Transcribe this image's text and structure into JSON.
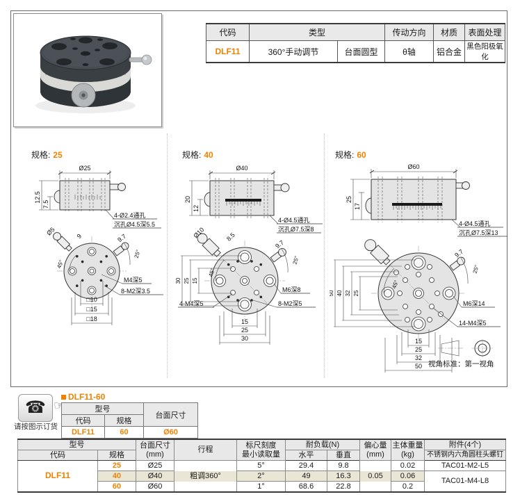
{
  "colors": {
    "accent": "#ef8200",
    "header_bg": "#e8e8e8",
    "row_highlight": "#eae6d6"
  },
  "top_table": {
    "h_code": "代码",
    "h_type": "类型",
    "h_drive": "传动方向",
    "h_material": "材质",
    "h_surface": "表面处理",
    "code": "DLF11",
    "type1": "360°手动调节",
    "type2": "台面圆型",
    "drive": "θ轴",
    "material": "铝合金",
    "surface": "黑色阳极氧化"
  },
  "spec_label": "规格:",
  "s25": {
    "size": "25",
    "dia": "Ø25",
    "h1": "12.5",
    "h2": "7.5",
    "note1": "4-Ø2.4通孔",
    "note2": "沉孔Ø4.5深5.5",
    "knob": "Ø5",
    "d9": "9",
    "d97": "9.7",
    "a45": "45°",
    "a25": "25°",
    "m4": "M4深5",
    "m2": "8-M2深3.5",
    "sq10": "□10",
    "sq15": "□15",
    "sq18": "□18"
  },
  "s40": {
    "size": "40",
    "dia": "Ø40",
    "h1": "20",
    "h2": "12",
    "note1": "4-Ø4.5通孔",
    "note2": "沉孔Ø7.5深8",
    "knob": "Ø10",
    "d85": "8.5",
    "d97": "9.7",
    "a45": "45°",
    "a25": "25°",
    "m6": "M6深8",
    "m4": "4-M4深5",
    "m2": "8-M2深5",
    "l30": "30",
    "l25": "25",
    "l15": "15",
    "b15": "15",
    "b25": "25",
    "b30": "30"
  },
  "s60": {
    "size": "60",
    "dia": "Ø60",
    "h1": "25",
    "h2": "17",
    "note1": "4-Ø4.5通孔",
    "note2": "沉孔Ø7.5深13",
    "d97": "9.7",
    "a45": "45°",
    "a25": "25°",
    "m6": "M6深14",
    "m4": "14-M4深5",
    "l50": "50",
    "l40": "40",
    "l32": "32",
    "l25": "25",
    "b15": "15",
    "b25": "25",
    "b32": "32",
    "b50": "50"
  },
  "view_note": {
    "label": "视角标准：",
    "value": "第一视角"
  },
  "ordering": {
    "phone_icon": "☎",
    "hand_icon": "☞",
    "caption": "请按图示订货",
    "example": "DLF11-60",
    "h_model": "型号",
    "h_code": "代码",
    "h_spec": "规格",
    "h_size": "台面尺寸",
    "code": "DLF11",
    "spec": "60",
    "size": "Ø60"
  },
  "bt": {
    "h_model": "型号",
    "h_code": "代码",
    "h_spec": "规格",
    "h_size1": "台面尺寸",
    "h_size2": "(mm)",
    "h_travel": "行程",
    "h_scale1": "标尺刻度",
    "h_scale2": "最小读取量",
    "h_load": "耐负载(N)",
    "h_h": "水平",
    "h_v": "垂直",
    "h_ecc1": "偏心量",
    "h_ecc2": "(mm)",
    "h_w1": "主体重量",
    "h_w2": "(kg)",
    "h_acc1": "附件(4个)",
    "h_acc2": "不锈钢内六角圆柱头螺钉",
    "code": "DLF11",
    "travel": "粗调360°",
    "ecc": "0.05",
    "rows": [
      {
        "spec": "25",
        "size": "Ø25",
        "scale": "5°",
        "h": "29.4",
        "v": "9.8",
        "w": "0.02",
        "acc": "TAC01-M2-L5"
      },
      {
        "spec": "40",
        "size": "Ø40",
        "scale": "2°",
        "h": "49",
        "v": "16.3",
        "w": "0.06",
        "acc": "TAC01-M4-L8"
      },
      {
        "spec": "60",
        "size": "Ø60",
        "scale": "1°",
        "h": "68.6",
        "v": "22.8",
        "w": "0.2"
      }
    ]
  }
}
